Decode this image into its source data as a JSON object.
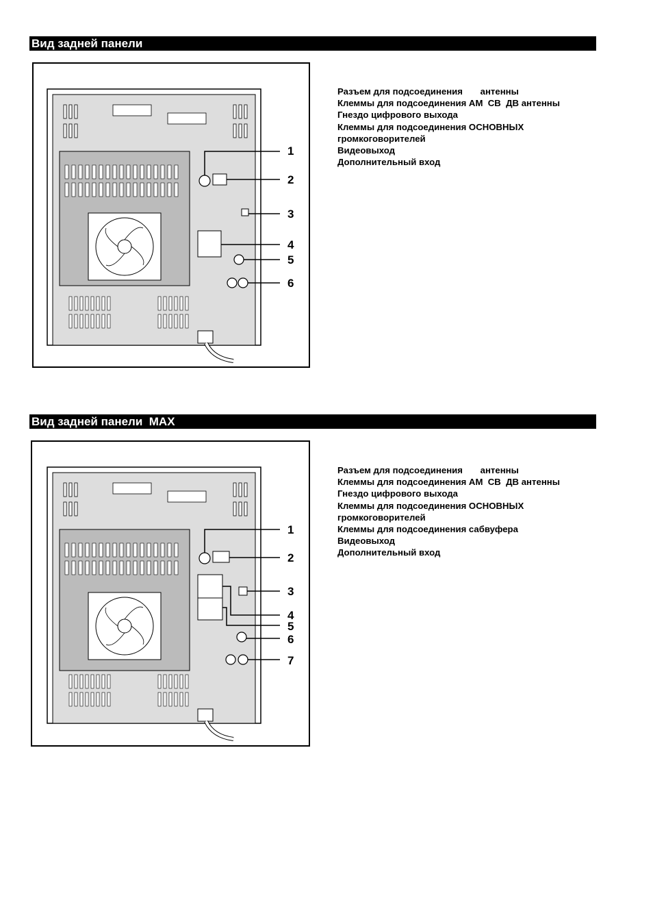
{
  "sections": [
    {
      "heading": "Вид задней панели",
      "legend": [
        "Разъем для подсоединения       антенны",
        "Клеммы для подсоединения AM  CB  ДВ антенны",
        "Гнездо цифрового выхода",
        "Клеммы для подсоединения ОСНОВНЫХ",
        "громкоговорителей",
        "Видеовыход",
        "Дополнительный вход"
      ],
      "callouts": [
        "1",
        "2",
        "3",
        "4",
        "5",
        "6"
      ]
    },
    {
      "heading": "Вид задней панели  MAX",
      "legend": [
        "Разъем для подсоединения       антенны",
        "Клеммы для подсоединения AM  CB  ДВ антенны",
        "Гнездо цифрового выхода",
        "Клеммы для подсоединения ОСНОВНЫХ",
        "громкоговорителей",
        "Клеммы для подсоединения сабвуфера",
        "Видеовыход",
        "Дополнительный вход"
      ],
      "callouts": [
        "1",
        "2",
        "3",
        "4",
        "5",
        "6",
        "7"
      ]
    }
  ]
}
